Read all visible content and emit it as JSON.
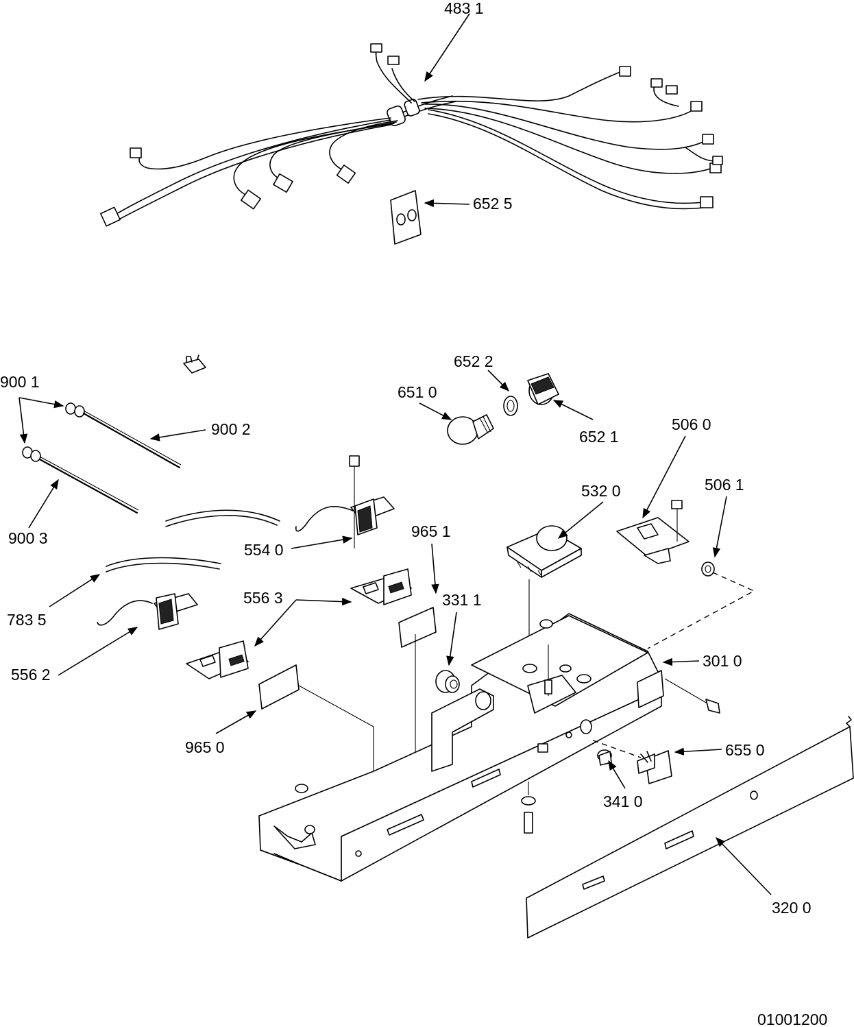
{
  "labels": {
    "p4831": "483 1",
    "p6525": "652 5",
    "p6522": "652 2",
    "p6510": "651 0",
    "p6521": "652 1",
    "p5060": "506 0",
    "p5061": "506 1",
    "p5320": "532 0",
    "p9001": "900 1",
    "p9002": "900 2",
    "p9003": "900 3",
    "p5540": "554 0",
    "p9651": "965 1",
    "p3311": "331 1",
    "p7835": "783 5",
    "p5563": "556 3",
    "p5562": "556 2",
    "p3010": "301 0",
    "p9650": "965 0",
    "p6550": "655 0",
    "p3410": "341 0",
    "p3200": "320 0"
  },
  "drawing_number": "01001200"
}
